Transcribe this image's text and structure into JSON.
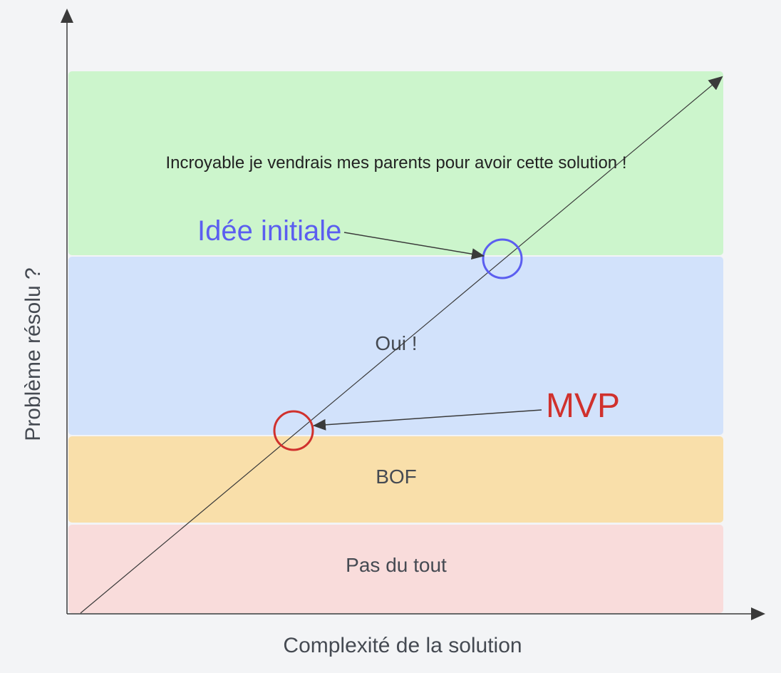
{
  "axes": {
    "y_label": "Problème résolu ?",
    "x_label": "Complexité de la solution"
  },
  "bands": [
    {
      "id": "incroyable",
      "label": "Incroyable je vendrais mes parents pour avoir cette solution !",
      "color": "#ccf5cc"
    },
    {
      "id": "oui",
      "label": "Oui !",
      "color": "#d2e2fb"
    },
    {
      "id": "bof",
      "label": "BOF",
      "color": "#f9dfaa"
    },
    {
      "id": "pas-du-tout",
      "label": "Pas du tout",
      "color": "#f9dcdb"
    }
  ],
  "annotations": {
    "idee_initiale": {
      "label": "Idée initiale",
      "color": "#5b5ef0"
    },
    "mvp": {
      "label": "MVP",
      "color": "#d0312d"
    }
  },
  "colors": {
    "background": "#f3f4f6",
    "axis": "#3a3a3a",
    "text": "#454a52"
  }
}
